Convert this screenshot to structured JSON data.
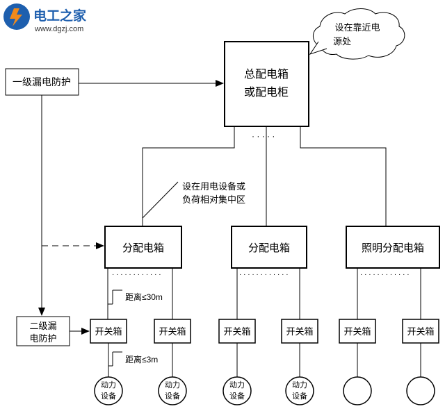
{
  "nodes": {
    "level1_protection": "一级漏电防护",
    "main_box_line1": "总配电箱",
    "main_box_line2": "或配电柜",
    "cloud_line1": "设在靠近电",
    "cloud_line2": "源处",
    "annotation_line1": "设在用电设备或",
    "annotation_line2": "负荷相对集中区",
    "dist_box_1": "分配电箱",
    "dist_box_2": "分配电箱",
    "dist_box_3": "照明分配电箱",
    "level2_line1": "二级漏",
    "level2_line2": "电防护",
    "switch_box": "开关箱",
    "distance_30": "距离≤30m",
    "distance_3": "距离≤3m",
    "device_line1": "动力",
    "device_line2": "设备",
    "ellipsis": "· · · · ·",
    "dots": "· · · · · · · · · · · ·"
  },
  "logo": {
    "name": "电工之家",
    "url": "www.dgzj.com"
  },
  "colors": {
    "line": "#000000",
    "logo_blue": "#1e5fae",
    "logo_orange": "#f08a1c"
  }
}
